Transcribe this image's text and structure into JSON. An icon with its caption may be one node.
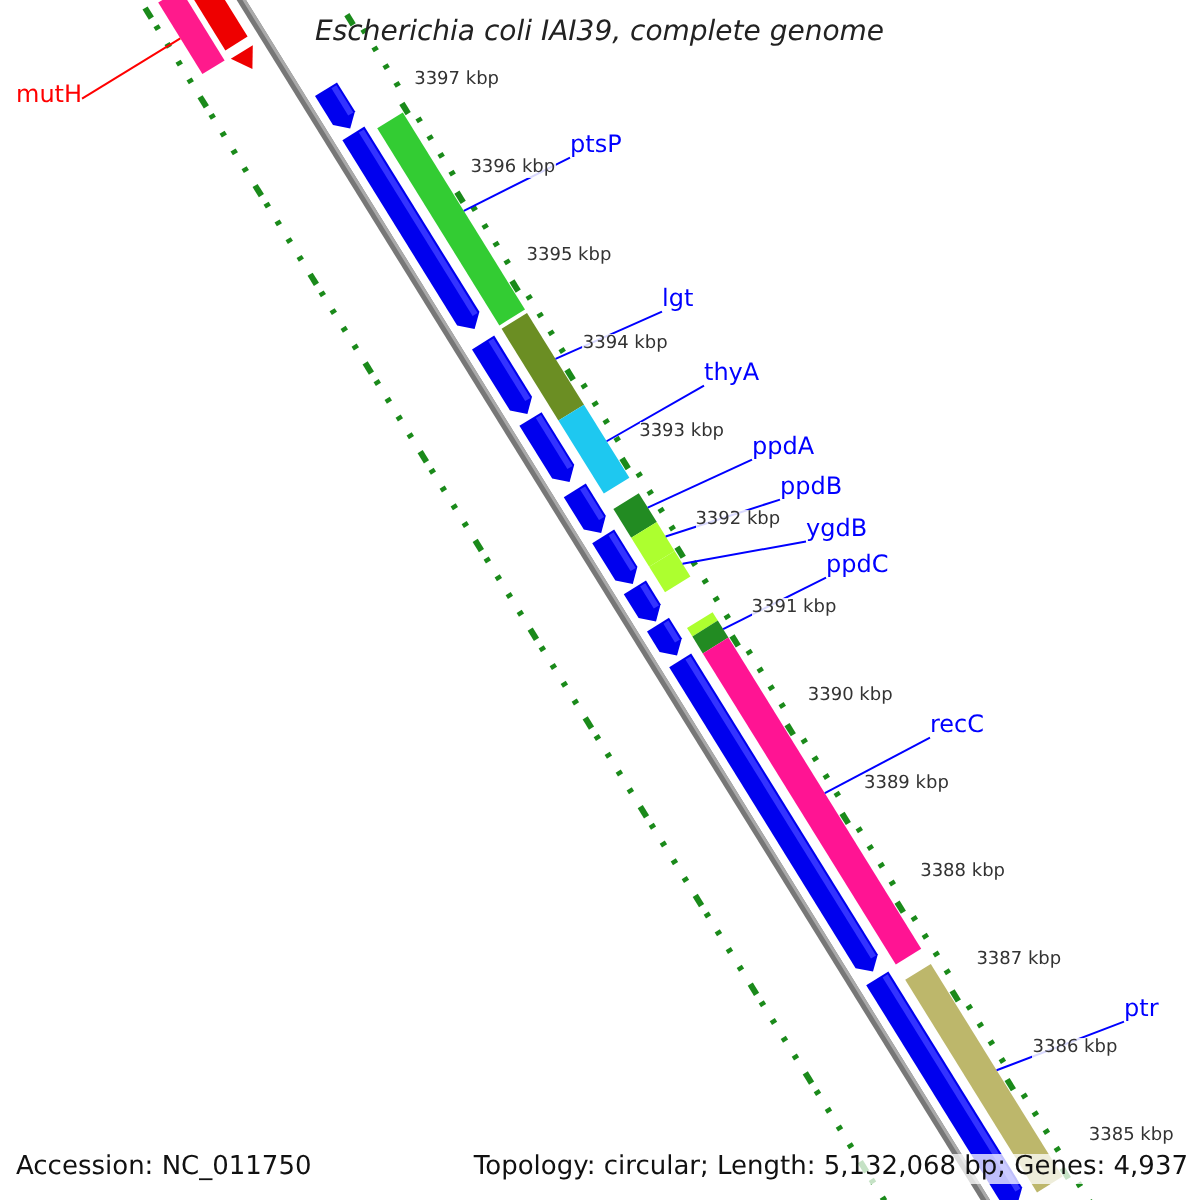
{
  "diagram": {
    "title": "Escherichia coli IAI39, complete genome",
    "nodes": [
      {
        "text": [
          "mutH"
        ]
      },
      {
        "text": [
          "ptsP"
        ]
      },
      {
        "text": [
          "lgt"
        ]
      },
      {
        "text": [
          "thyA"
        ]
      },
      {
        "text": [
          "ppdA"
        ]
      },
      {
        "text": [
          "ppdB"
        ]
      },
      {
        "text": [
          "ygdB"
        ]
      },
      {
        "text": [
          "ppdC"
        ]
      },
      {
        "text": [
          "recC"
        ]
      },
      {
        "text": [
          "ptr"
        ]
      },
      {
        "text": [],
        "shape": "bar"
      },
      {
        "text": [],
        "shape": "bar"
      },
      {
        "text": [],
        "shape": "bar"
      },
      {
        "text": [],
        "shape": "bar"
      },
      {
        "text": [],
        "shape": "bar"
      },
      {
        "text": [],
        "shape": "bar"
      },
      {
        "text": [],
        "shape": "bar"
      },
      {
        "text": [],
        "shape": "bar"
      },
      {
        "text": [],
        "shape": "bar"
      },
      {
        "text": [],
        "shape": "bar"
      }
    ],
    "edges": [
      {
        "from": 0,
        "to": 10,
        "arrow": "none",
        "color": "#ff0000"
      },
      {
        "from": 1,
        "to": 11,
        "arrow": "none"
      },
      {
        "from": 2,
        "to": 12,
        "arrow": "none"
      },
      {
        "from": 3,
        "to": 13,
        "arrow": "none"
      },
      {
        "from": 4,
        "to": 14,
        "arrow": "none"
      },
      {
        "from": 5,
        "to": 15,
        "arrow": "none"
      },
      {
        "from": 6,
        "to": 16,
        "arrow": "none"
      },
      {
        "from": 7,
        "to": 17,
        "arrow": "none"
      },
      {
        "from": 8,
        "to": 18,
        "arrow": "none"
      },
      {
        "from": 9,
        "to": 19,
        "arrow": "none"
      }
    ],
    "labels": [
      "3397 kbp",
      "3396 kbp",
      "3395 kbp",
      "3394 kbp",
      "3393 kbp",
      "3392 kbp",
      "3391 kbp",
      "3390 kbp",
      "3389 kbp",
      "3388 kbp",
      "3387 kbp",
      "3386 kbp",
      "3385 kbp",
      "Accession: NC_011750",
      "Topology: circular; Length: 5,132,068 bp; Genes: 4,937"
    ]
  }
}
